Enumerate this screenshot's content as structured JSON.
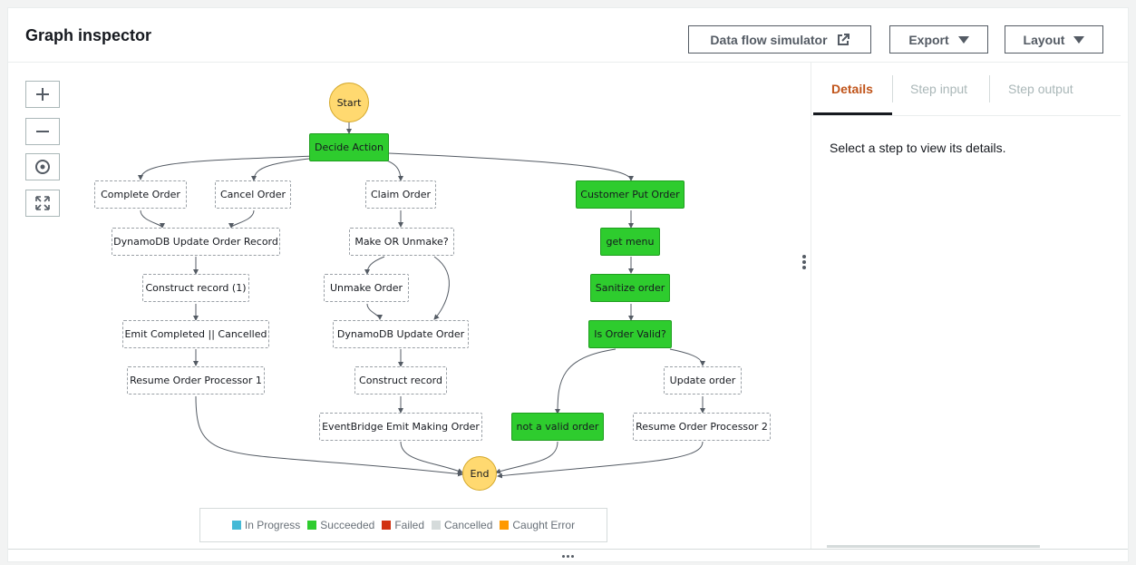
{
  "header": {
    "title": "Graph inspector",
    "flow_sim_label": "Data flow simulator",
    "export_label": "Export",
    "layout_label": "Layout"
  },
  "zoom_controls": [
    "zoom-in-icon",
    "zoom-out-icon",
    "center-icon",
    "fit-to-screen-icon"
  ],
  "graph": {
    "start": "Start",
    "end": "End",
    "decide_action": "Decide Action",
    "complete_order": "Complete Order",
    "cancel_order": "Cancel Order",
    "claim_order": "Claim Order",
    "customer_put_order": "Customer Put Order",
    "dynamodb_update_order_record": "DynamoDB Update Order Record",
    "make_or_unmake": "Make OR Unmake?",
    "get_menu": "get menu",
    "construct_record_1": "Construct record (1)",
    "unmake_order": "Unmake Order",
    "sanitize_order": "Sanitize order",
    "emit_completed_cancelled": "Emit Completed || Cancelled",
    "dynamodb_update_order": "DynamoDB Update Order",
    "is_order_valid": "Is Order Valid?",
    "resume_order_processor_1": "Resume Order Processor 1",
    "construct_record": "Construct record",
    "update_order": "Update order",
    "eventbridge_emit_making_order": "EventBridge Emit Making Order",
    "not_a_valid_order": "not a valid order",
    "resume_order_processor_2": "Resume Order Processor 2"
  },
  "legend": [
    {
      "label": "In Progress",
      "color": "#44b9d6"
    },
    {
      "label": "Succeeded",
      "color": "#2ecc2e"
    },
    {
      "label": "Failed",
      "color": "#d13212"
    },
    {
      "label": "Cancelled",
      "color": "#d5dbdb"
    },
    {
      "label": "Caught Error",
      "color": "#ff9900"
    }
  ],
  "side": {
    "tabs": [
      "Details",
      "Step input",
      "Step output"
    ],
    "active_tab": "Details",
    "message": "Select a step to view its details."
  },
  "colors": {
    "succeeded": "#2ecc2e",
    "start_end": "#ffd970",
    "active_tab": "#c0541a"
  }
}
